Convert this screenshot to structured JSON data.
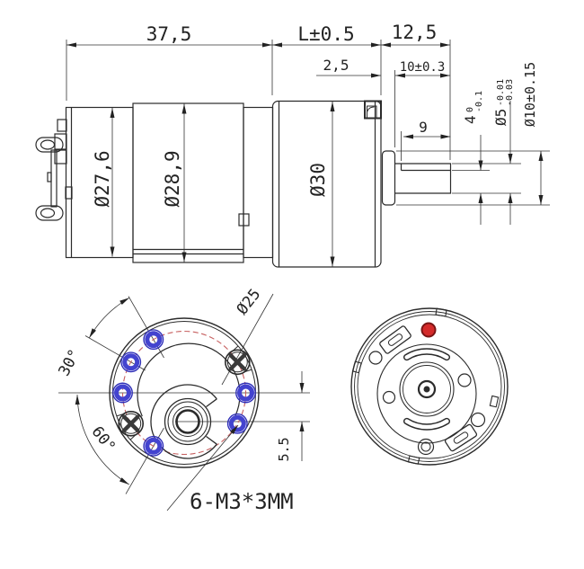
{
  "drawing": {
    "type": "technical-drawing",
    "subject": "offset-shaft gear motor, three orthographic views",
    "colors": {
      "line": "#2b2b2b",
      "dimension": "#222222",
      "mounting_hole_blue": "#4343cf",
      "bolt_circle_red": "#c76060",
      "index_dot_red": "#d42a2a"
    },
    "side_view": {
      "dim_motor_length": "37,5",
      "dim_gearbox_length": "L±0.5",
      "dim_shaft_assembly_length": "12,5",
      "dim_rear_boss_gap": "2,5",
      "dim_shaft_length": "10±0.3",
      "dim_flat_length": "9",
      "dim_flat_height": "4",
      "dim_flat_height_tol_upper": "0",
      "dim_flat_height_tol_lower": "-0.1",
      "dim_shaft_dia": "Ø5",
      "dim_shaft_dia_tol_upper": "-0.01",
      "dim_shaft_dia_tol_lower": "-0.03",
      "dim_boss_dia": "Ø10±0.15",
      "dim_endcap_dia": "Ø27,6",
      "dim_body_dia": "Ø28,9",
      "dim_gearbox_dia": "Ø30"
    },
    "front_view": {
      "dim_bolt_circle_dia": "Ø25",
      "dim_hole_spacing_angle_a": "30°",
      "dim_hole_spacing_angle_b": "60°",
      "dim_shaft_offset": "5.5",
      "note_mounting_holes": "6-M3*3MM",
      "mounting_hole_angles_deg": [
        0,
        120,
        150,
        180,
        240,
        330
      ],
      "case_screw_angles_deg": [
        30,
        210
      ]
    },
    "back_view": {
      "features": [
        "index-dot",
        "brush-cap-slots",
        "vent-holes",
        "rim-tabs"
      ]
    }
  }
}
